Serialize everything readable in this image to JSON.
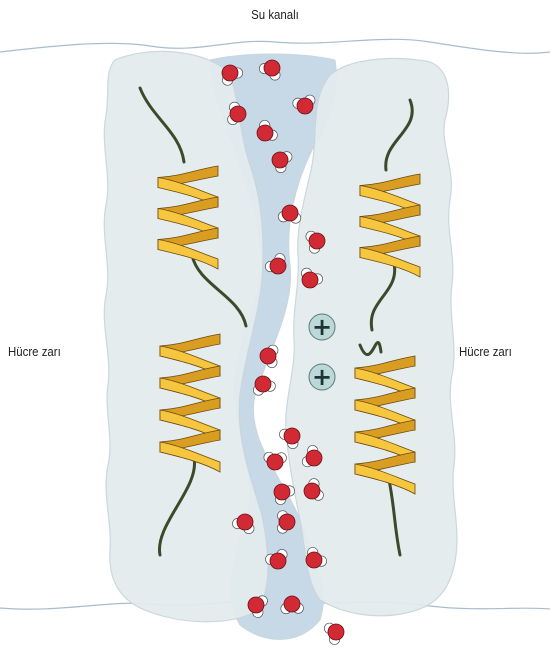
{
  "labels": {
    "channel": "Su kanalı",
    "membrane_left": "Hücre zarı",
    "membrane_right": "Hücre zarı"
  },
  "symbols": {
    "charge": "+"
  },
  "colors": {
    "protein_fill": "#e3ebee",
    "protein_edge": "#c9d6dc",
    "channel_fill": "#c7d9e6",
    "membrane_line": "#a9bccb",
    "helix_front": "#f7c63f",
    "helix_back": "#d99d22",
    "helix_outline": "#6b4a10",
    "tail_color": "#3a4a2a",
    "oxygen": "#d12a35",
    "hydrogen": "#ffffff",
    "ion_fill": "#bcd8d8",
    "ion_symbol": "#1e3536"
  }
}
